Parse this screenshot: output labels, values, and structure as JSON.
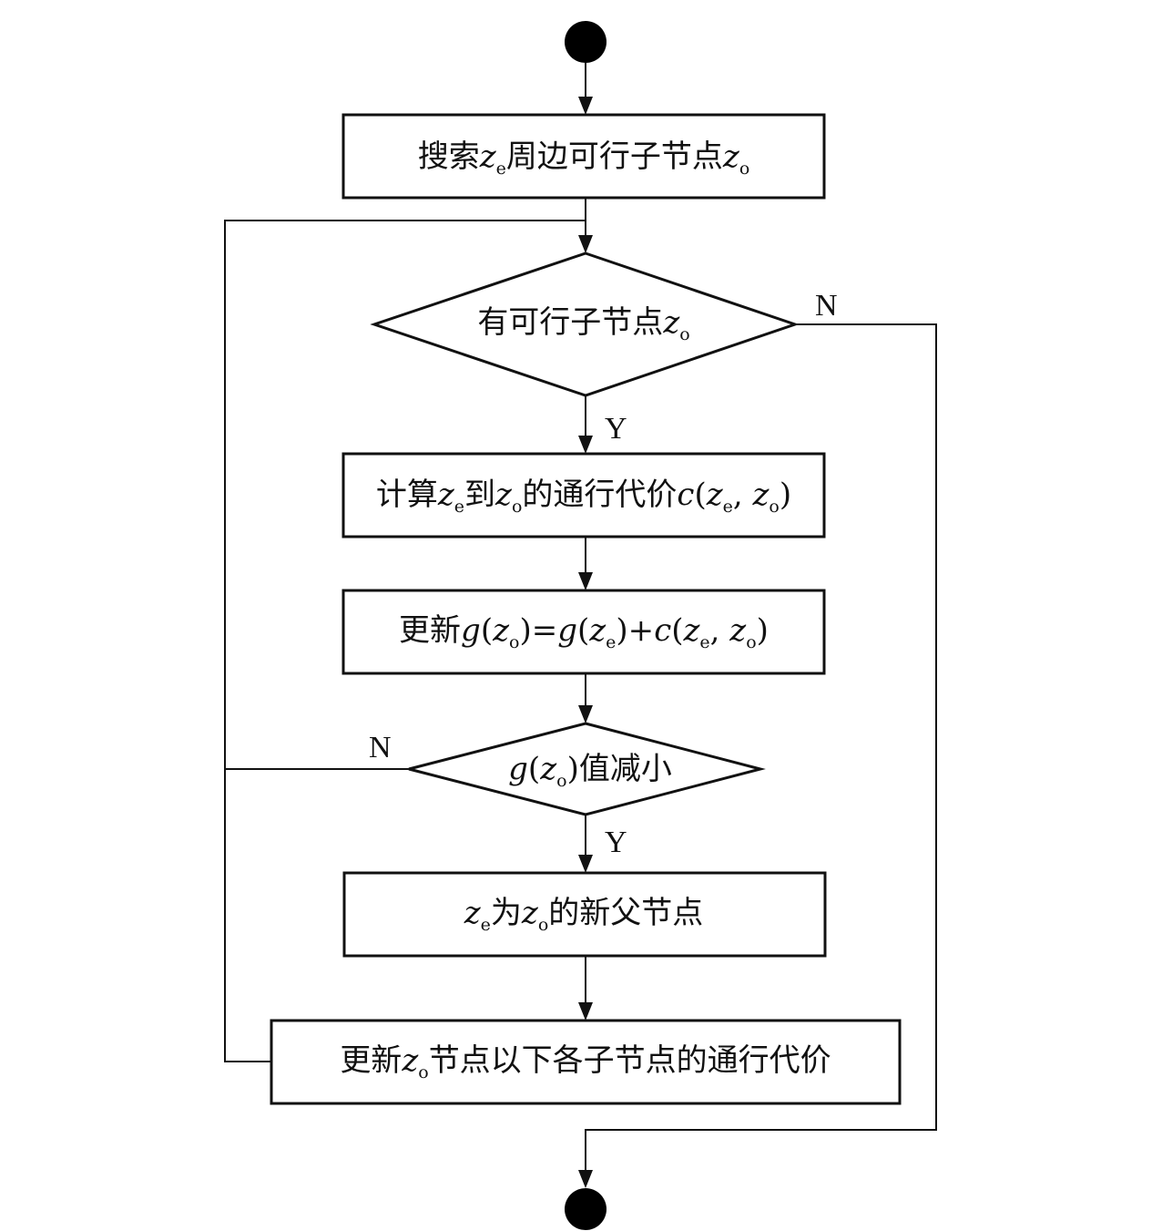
{
  "nodes": {
    "search": {
      "t1": "搜索",
      "v1": "z",
      "s1": "e",
      "t2": "周边可行子节点",
      "v2": "z",
      "s2": "o"
    },
    "has_child": {
      "t1": "有可行子节点",
      "v1": "z",
      "s1": "o"
    },
    "calc_cost": {
      "t1": "计算",
      "v1": "z",
      "s1": "e",
      "t2": "到",
      "v2": "z",
      "s2": "o",
      "t3": "的通行代价",
      "f1": "c",
      "p1": "(",
      "v3": "z",
      "s3": "e",
      "c1": ", ",
      "v4": "z",
      "s4": "o",
      "p2": ")"
    },
    "update_g": {
      "t1": "更新",
      "f1": "g",
      "p1": "(",
      "v1": "z",
      "s1": "o",
      "p2": ")=",
      "f2": "g",
      "p3": "(",
      "v2": "z",
      "s2": "e",
      "p4": ")+",
      "f3": "c",
      "p5": "(",
      "v3": "z",
      "s3": "e",
      "c1": ", ",
      "v4": "z",
      "s4": "o",
      "p6": ")"
    },
    "g_decrease": {
      "f1": "g",
      "p1": "(",
      "v1": "z",
      "s1": "o",
      "p2": ")",
      "t1": "值减小"
    },
    "new_parent": {
      "v1": "z",
      "s1": "e",
      "t1": "为",
      "v2": "z",
      "s2": "o",
      "t2": "的新父节点"
    },
    "update_children": {
      "t1": "更新",
      "v1": "z",
      "s1": "o",
      "t2": "节点以下各子节点的通行代价"
    }
  },
  "branch_labels": {
    "has_child_yes": "Y",
    "has_child_no": "N",
    "g_decrease_yes": "Y",
    "g_decrease_no": "N"
  },
  "colors": {
    "stroke": "#111111",
    "background": "#ffffff",
    "terminal_fill": "#000000"
  }
}
